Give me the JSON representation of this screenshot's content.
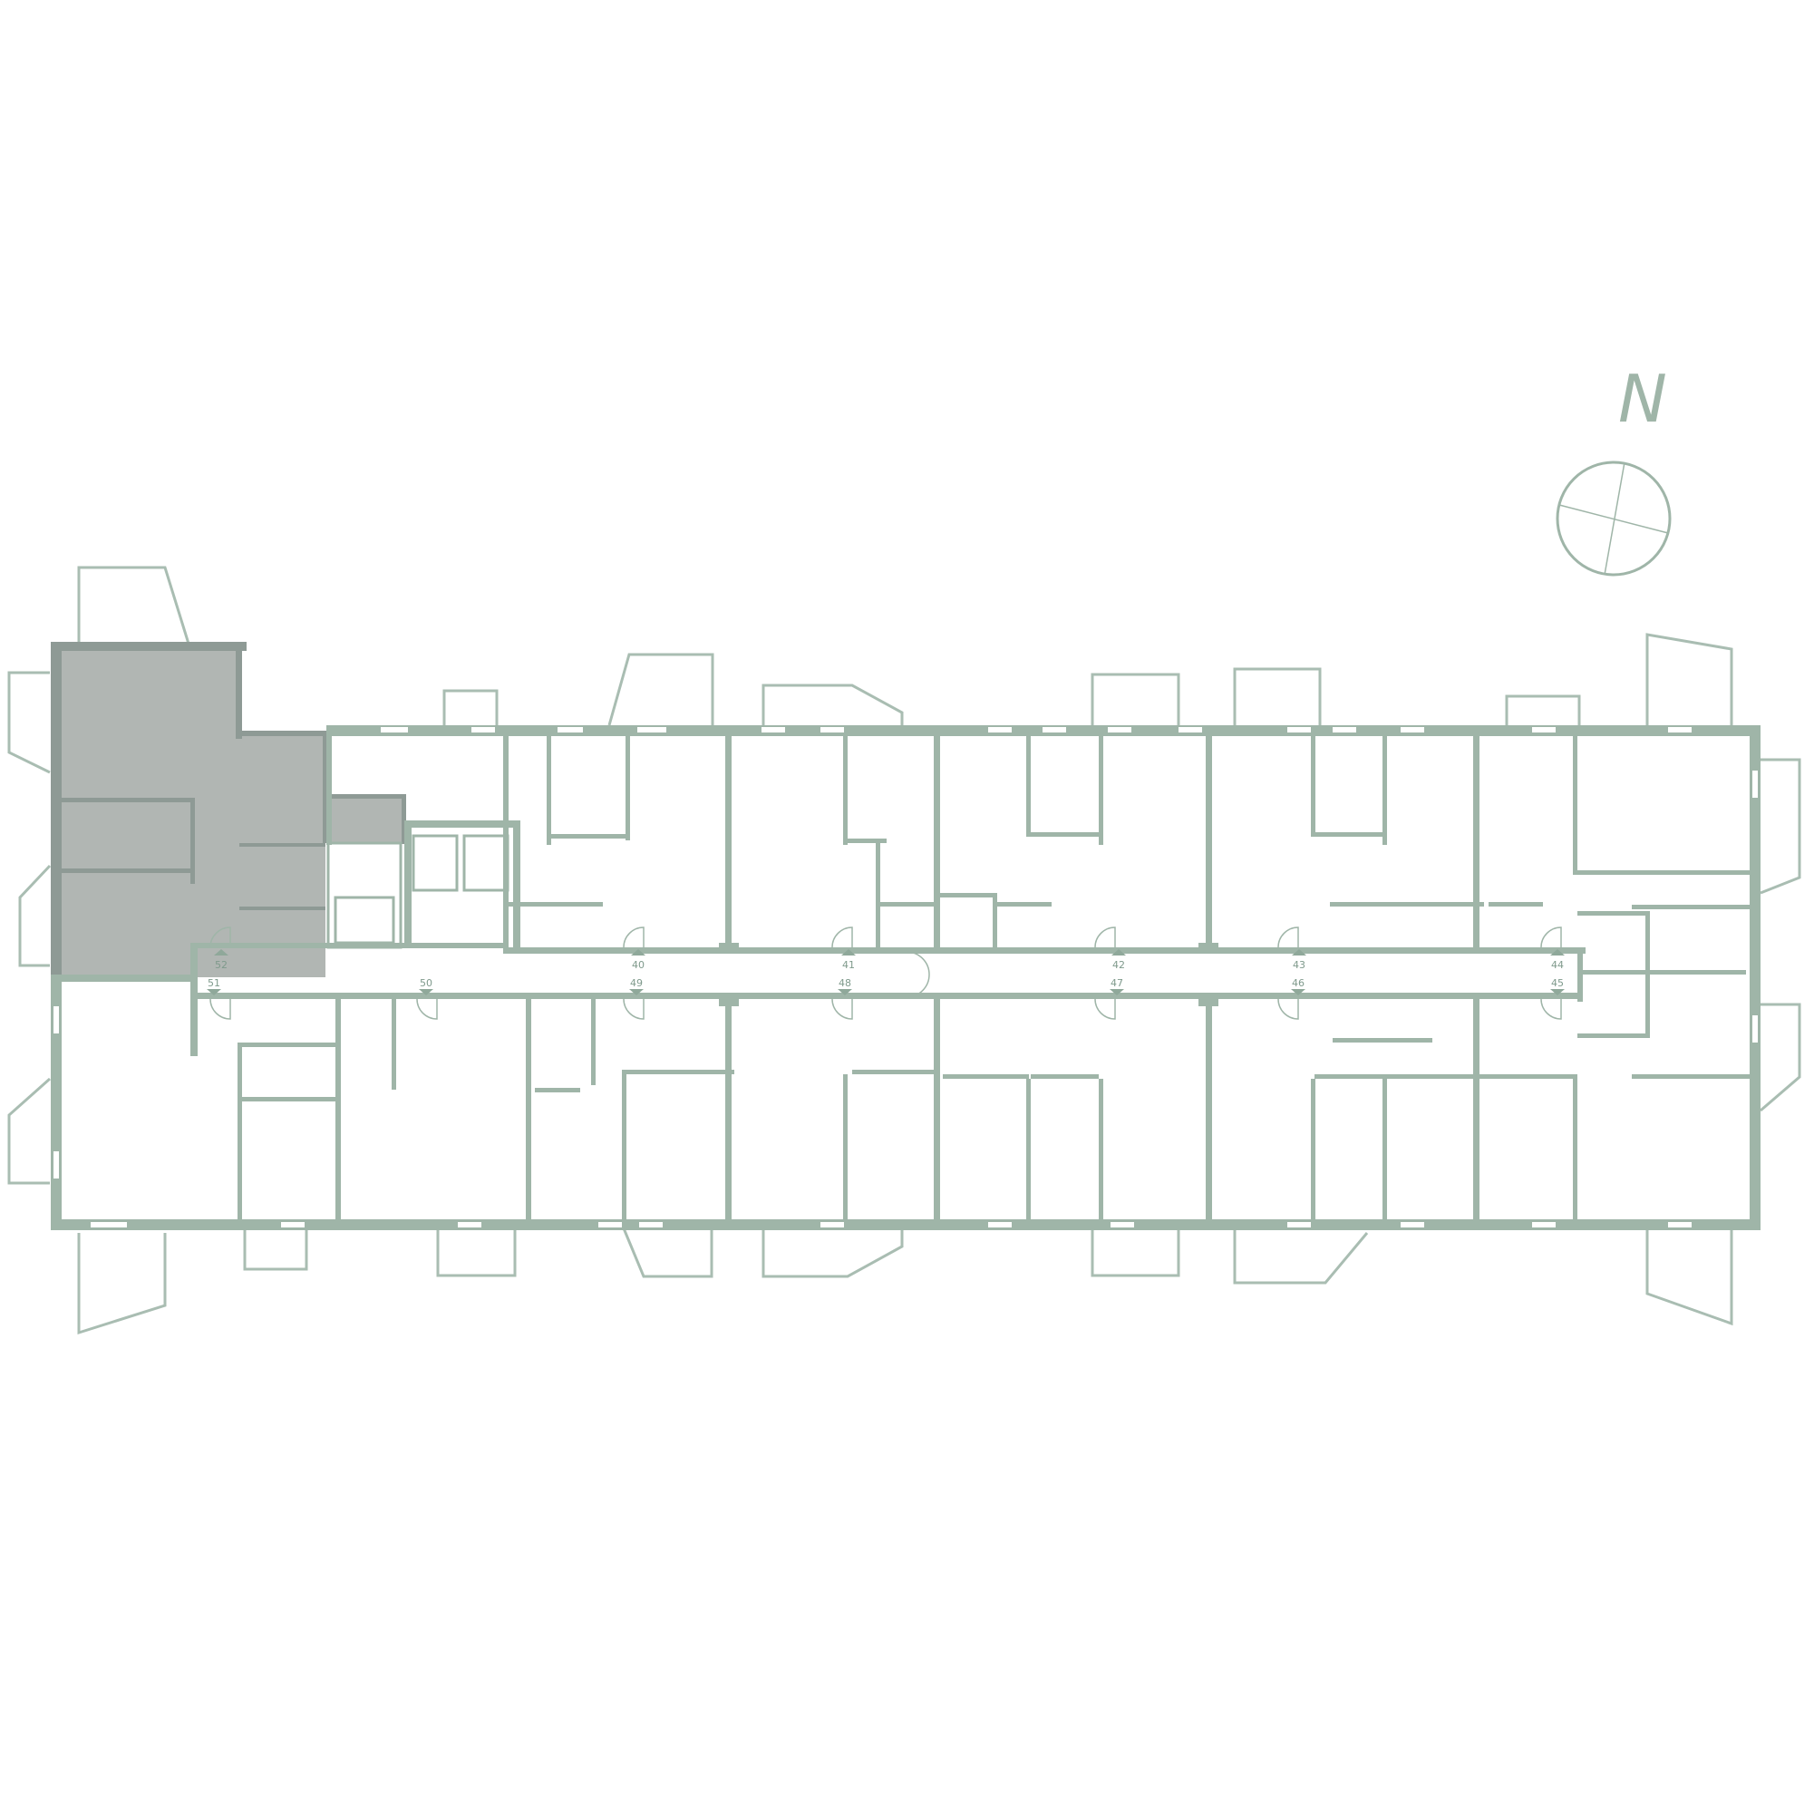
{
  "compass": {
    "letter": "N"
  },
  "colors": {
    "wall": "#9fb5a8",
    "selected_unit": "#b1b6b3",
    "selected_wall": "#8e9a95",
    "background": "#ffffff"
  },
  "corridor_labels": {
    "north": [
      "52",
      "40",
      "41",
      "42",
      "43",
      "44"
    ],
    "south": [
      "51",
      "50",
      "49",
      "48",
      "47",
      "46",
      "45"
    ]
  },
  "selected_unit": {
    "highlighted": true
  }
}
